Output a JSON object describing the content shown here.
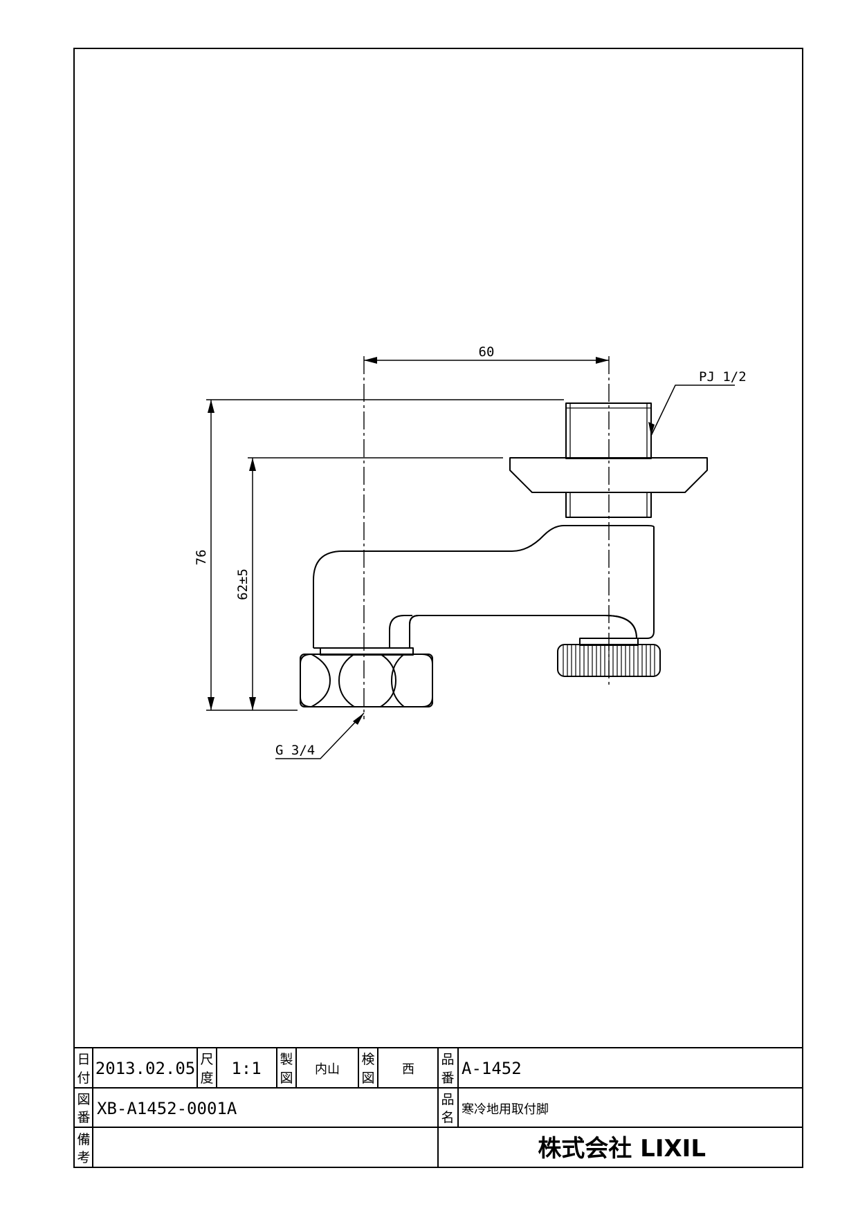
{
  "drawing": {
    "dimensions": {
      "width_top": "60",
      "height_total": "76",
      "height_spout": "62±5"
    },
    "callouts": {
      "top_thread": "PJ 1/2",
      "bottom_thread": "G 3/4"
    }
  },
  "title_block": {
    "labels": {
      "date_1": "日",
      "date_2": "付",
      "scale_1": "尺",
      "scale_2": "度",
      "drafted_1": "製",
      "drafted_2": "図",
      "checked_1": "検",
      "checked_2": "図",
      "part_no_1": "品",
      "part_no_2": "番",
      "drawing_no_1": "図",
      "drawing_no_2": "番",
      "product_name_1": "品",
      "product_name_2": "名",
      "remarks_1": "備",
      "remarks_2": "考"
    },
    "values": {
      "date": "2013.02.05",
      "scale": "1:1",
      "drafted_by": "内山",
      "checked_by": "西",
      "part_no": "A-1452",
      "drawing_no": "XB-A1452-0001A",
      "product_name": "寒冷地用取付脚",
      "company": "株式会社 LIXIL"
    }
  }
}
